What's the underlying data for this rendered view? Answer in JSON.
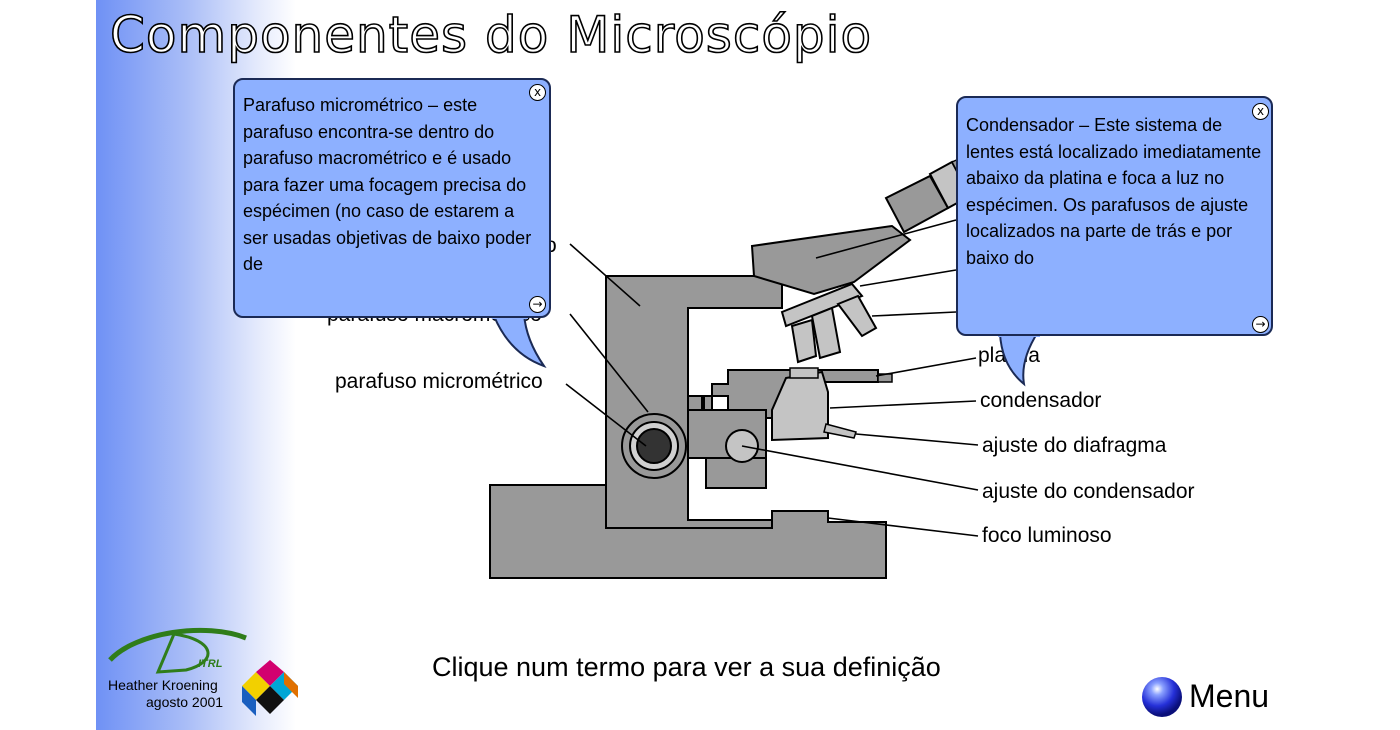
{
  "title": "Componentes do Microscópio",
  "labels": {
    "top_left": "o",
    "parafuso_macrometrico": "parafuso macrométrico",
    "parafuso_micrometrico": "parafuso micrométrico",
    "platina": "platina",
    "condensador": "condensador",
    "ajuste_diafragma": "ajuste do diafragma",
    "ajuste_condensador": "ajuste do condensador",
    "foco_luminoso": "foco luminoso"
  },
  "popup_left": {
    "text": "Parafuso micrométrico – este parafuso encontra-se dentro do parafuso macrométrico e é usado para fazer uma focagem precisa do espécimen (no caso de estarem a ser usadas objetivas de baixo poder de",
    "close_glyph": "x",
    "next_glyph": "→"
  },
  "popup_right": {
    "text": "Condensador – Este sistema de lentes está localizado imediatamente abaixo da platina e foca a luz no espécimen. Os parafusos de ajuste localizados na parte de trás e por baixo do",
    "close_glyph": "x",
    "next_glyph": "→"
  },
  "instruction": "Clique num termo para ver a sua definição",
  "menu_label": "Menu",
  "credit": {
    "logo_text": "ITRL",
    "name": "Heather Kroening",
    "date": "agosto 2001"
  },
  "colors": {
    "microscope_body": "#999999",
    "microscope_light_parts": "#c4c4c4",
    "popup_fill": "#8db0ff",
    "popup_border": "#1b2a55",
    "gradient_blue": "#6f91f5",
    "logo_green": "#2f7d1a"
  }
}
